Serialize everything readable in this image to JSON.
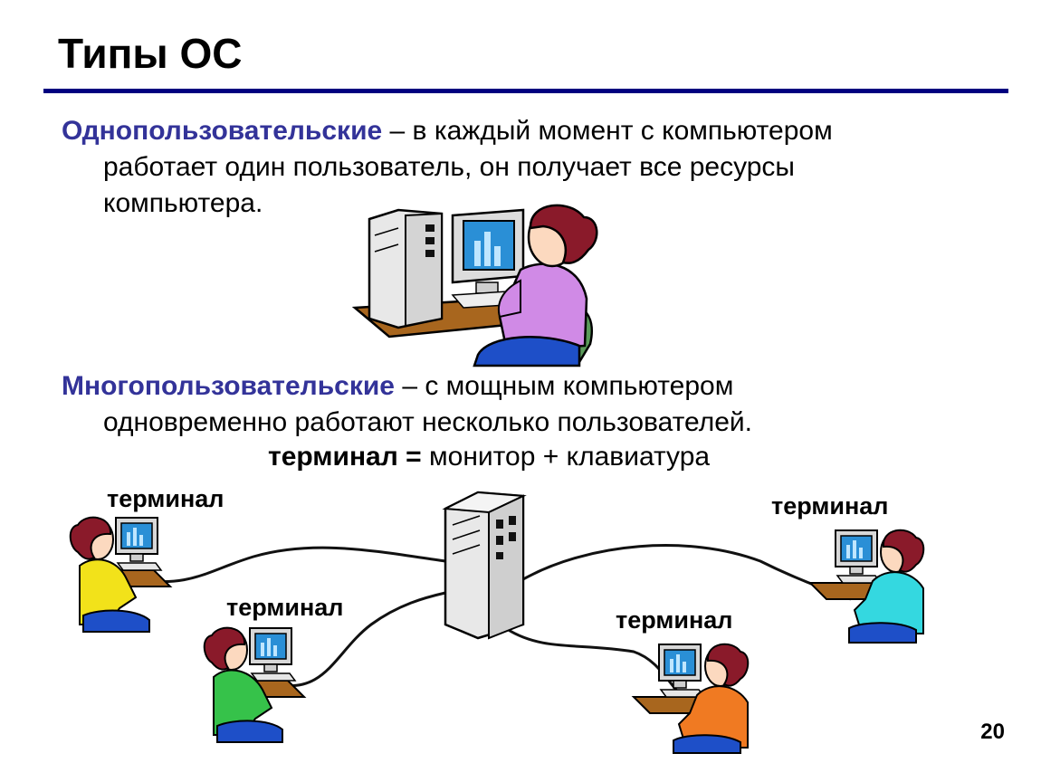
{
  "slide": {
    "title": "Типы ОС",
    "page_number": "20"
  },
  "single_user": {
    "term": "Однопользовательские",
    "line1": " – в каждый момент с компьютером",
    "line2": "работает один пользователь, он получает все ресурсы",
    "line3": "компьютера."
  },
  "multi_user": {
    "term": "Многопользовательские",
    "line1": " – с мощным компьютером",
    "line2": "одновременно работают несколько пользователей.",
    "eq_term": "терминал =",
    "eq_rest": " монитор + клавиатура"
  },
  "terminals": [
    {
      "label": "терминал",
      "shirt": "#f2e21a"
    },
    {
      "label": "терминал",
      "shirt": "#36c24a"
    },
    {
      "label": "терминал",
      "shirt": "#f07a22"
    },
    {
      "label": "терминал",
      "shirt": "#34d8e0"
    }
  ],
  "colors": {
    "accent": "#333399",
    "rule": "#00007f",
    "hair": "#8a1a2a",
    "chair": "#5a9a5a",
    "pants": "#1e4fc8",
    "desk": "#a8661e",
    "screen": "#2a8fd6",
    "main_user_shirt": "#d08ae6"
  }
}
